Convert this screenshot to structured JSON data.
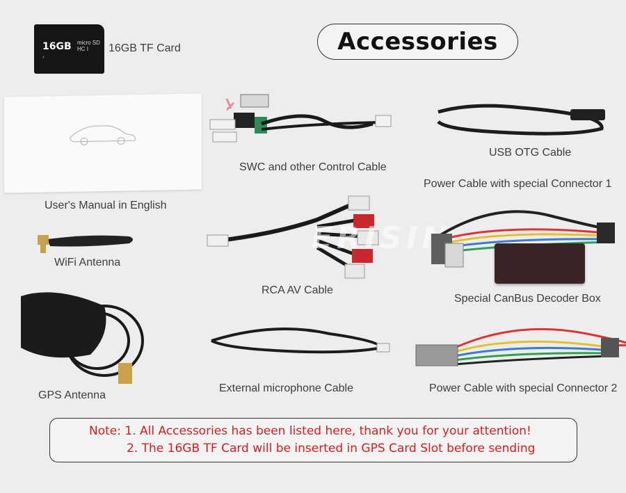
{
  "title": "Accessories",
  "brand_watermark": "ERISIN",
  "sd_card": {
    "capacity": "16GB",
    "logo": "micro SD HC I",
    "class": "4",
    "label": "16GB TF Card"
  },
  "items": {
    "manual": "User's Manual in English",
    "swc": "SWC and other Control Cable",
    "usb": "USB OTG Cable",
    "power1": "Power Cable with special Connector 1",
    "wifi": "WiFi Antenna",
    "rca": "RCA AV Cable",
    "canbus": "Special CanBus Decoder Box",
    "gps": "GPS Antenna",
    "mic": "External microphone Cable",
    "power2": "Power Cable with special Connector 2"
  },
  "note": {
    "line1": "Note:  1. All Accessories has been listed here, thank you for your attention!",
    "line2": "2. The 16GB TF Card will be inserted in GPS Card Slot before sending"
  },
  "colors": {
    "note_text": "#d41e1e",
    "background": "#ededed"
  }
}
